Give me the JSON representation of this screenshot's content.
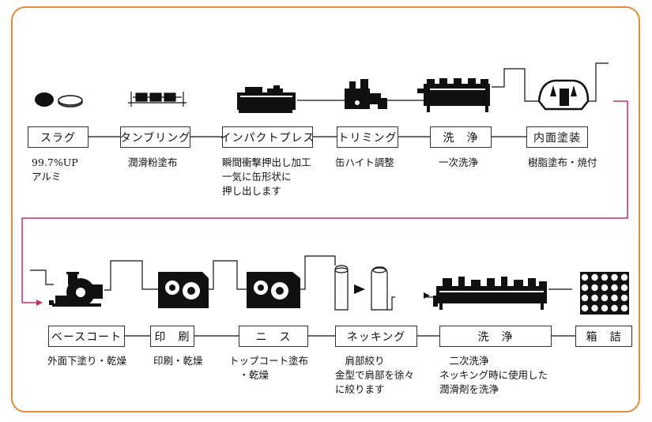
{
  "colors": {
    "frame": "#e58a3a",
    "arrow": "#c0306a",
    "line": "#111111"
  },
  "row1": [
    {
      "label": "スラグ",
      "desc": "99.7%UP\n アルミ"
    },
    {
      "label": "タンブリング",
      "desc": "潤滑粉塗布"
    },
    {
      "label": "インパクトプレス",
      "desc": "瞬間衝撃押出し加工\n一気に缶形状に\n押し出します"
    },
    {
      "label": "トリミング",
      "desc": "缶ハイト調整"
    },
    {
      "label": "洗　浄",
      "desc": "一次洗浄"
    },
    {
      "label": "内面塗装",
      "desc": "樹脂塗布・焼付"
    }
  ],
  "row2": [
    {
      "label": "ベースコート",
      "desc": "外面下塗り・乾燥"
    },
    {
      "label": "印　刷",
      "desc": "印刷・乾燥"
    },
    {
      "label": "ニ　ス",
      "desc": "トップコート塗布\n　・乾燥"
    },
    {
      "label": "ネッキング",
      "desc": "　肩部絞り\n金型で肩部を徐々\nに絞ります"
    },
    {
      "label": "洗　浄",
      "desc": "　二次洗浄\nネッキング時に使用した\n潤滑剤を洗浄"
    },
    {
      "label": "箱　詰",
      "desc": ""
    }
  ]
}
